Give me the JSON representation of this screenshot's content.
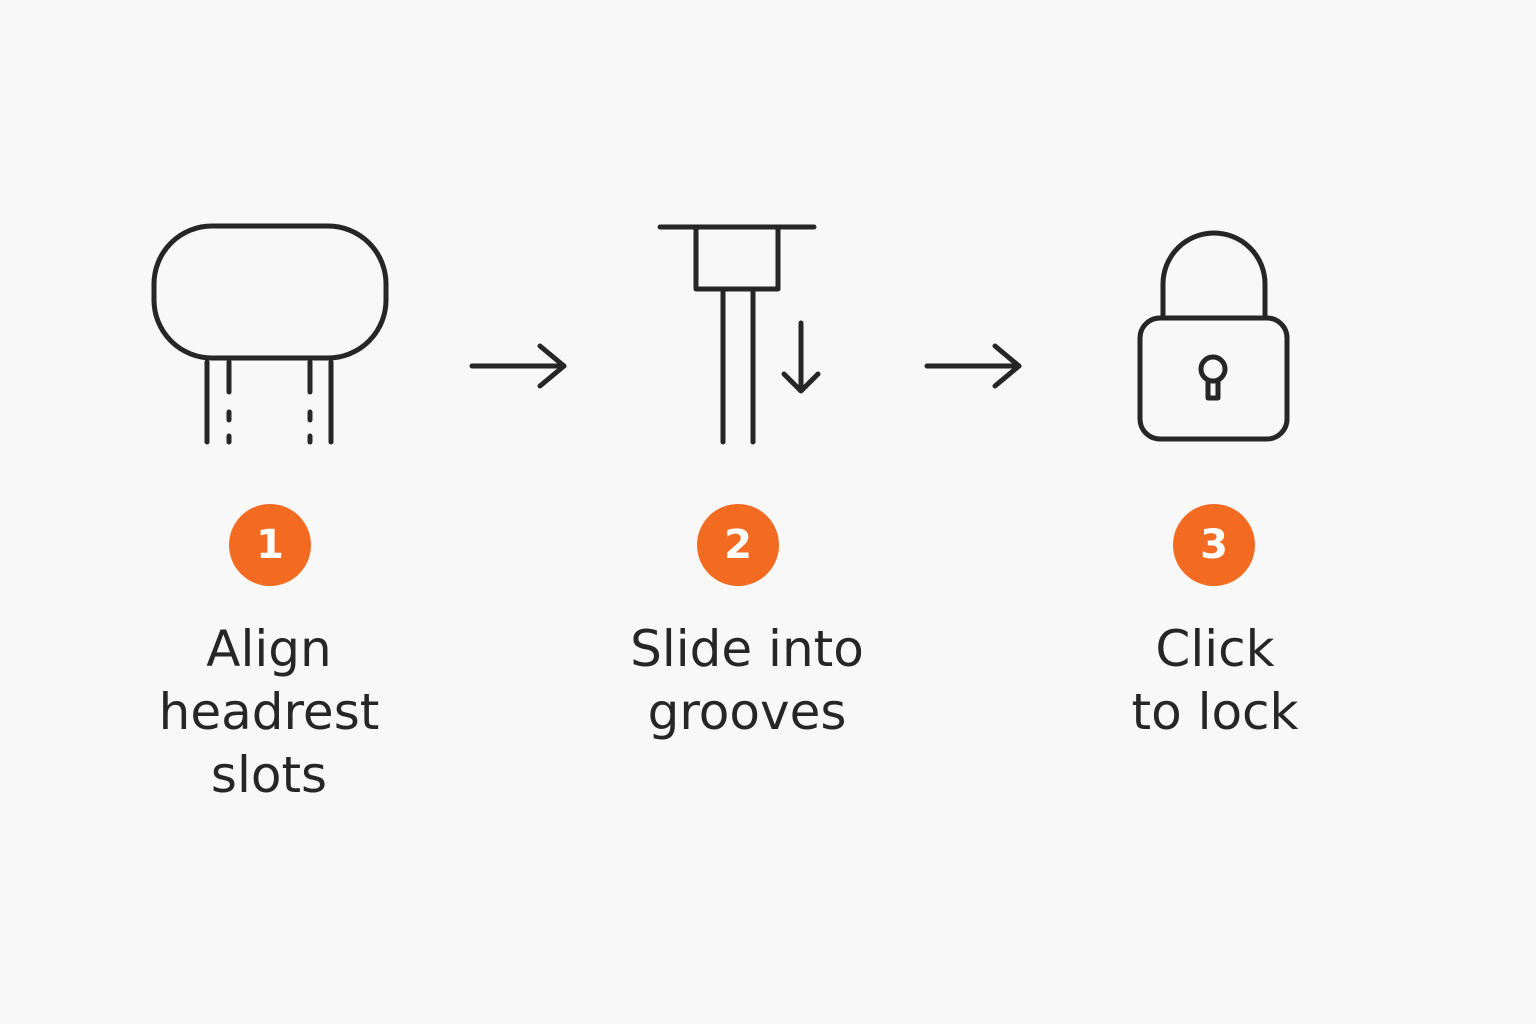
{
  "colors": {
    "background": "#f8f8f8",
    "stroke": "#262626",
    "accent": "#f26b21",
    "badge_text": "#ffffff"
  },
  "steps": [
    {
      "number": "1",
      "icon": "headrest-icon",
      "label_lines": [
        "Align",
        "headrest",
        "slots"
      ]
    },
    {
      "number": "2",
      "icon": "slide-down-post-icon",
      "label_lines": [
        "Slide into",
        "grooves"
      ]
    },
    {
      "number": "3",
      "icon": "padlock-icon",
      "label_lines": [
        "Click",
        "to lock"
      ]
    }
  ],
  "connectors": [
    "right-arrow-icon",
    "right-arrow-icon"
  ]
}
